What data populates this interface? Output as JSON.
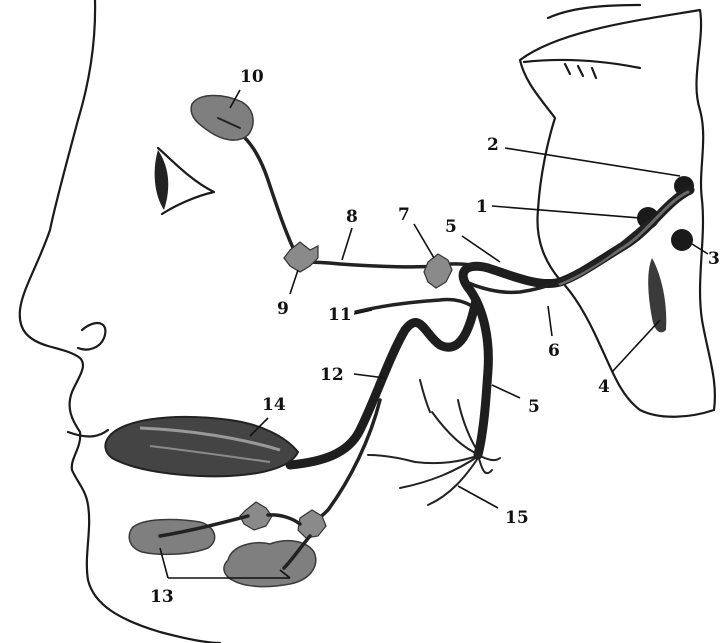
{
  "labels": {
    "n1": "1",
    "n2": "2",
    "n3": "3",
    "n4": "4",
    "n5a": "5",
    "n5b": "5",
    "n6": "6",
    "n7": "7",
    "n8": "8",
    "n9": "9",
    "n10": "10",
    "n11": "11",
    "n12": "12",
    "n13": "13",
    "n14": "14",
    "n15": "15"
  }
}
